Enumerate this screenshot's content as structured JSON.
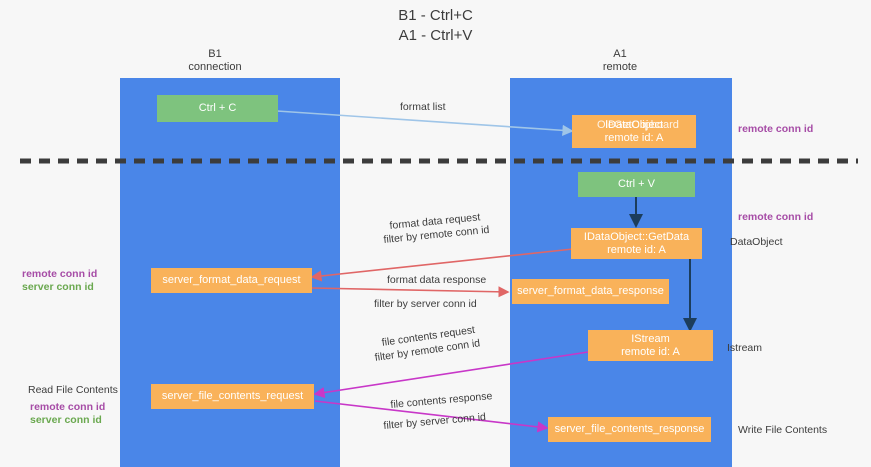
{
  "title": {
    "line1": "B1 - Ctrl+C",
    "line2": "A1 - Ctrl+V"
  },
  "lanes": [
    {
      "name": "B1",
      "sub": "connection",
      "color": "#4a86e8"
    },
    {
      "name": "A1",
      "sub": "remote",
      "color": "#4a86e8"
    }
  ],
  "colors": {
    "lane": "#4a86e8",
    "green_box": "#7ec37e",
    "orange_box": "#f9b25a",
    "remote_conn_id": "#a64ca6",
    "server_conn_id": "#6aa84f",
    "arrow_blue": "#9fc5e8",
    "arrow_red": "#e06666",
    "arrow_magenta": "#c837c8",
    "arrow_dark": "#1c3d5c",
    "divider": "#3c3c3c",
    "text": "#3c3c3c",
    "background": "#f7f7f7"
  },
  "boxes": {
    "ctrl_c": {
      "label": "Ctrl + C"
    },
    "ctrl_v": {
      "label": "Ctrl + V"
    },
    "idataobject": {
      "line1": "IDataObject",
      "line2": "remote id: A",
      "overlap": "OleGetClipboard"
    },
    "getdata": {
      "line1": "IDataObject::GetData",
      "line2": "remote id: A"
    },
    "istream": {
      "line1": "IStream",
      "line2": "remote id: A"
    },
    "server_format_data_request": {
      "label": "server_format_data_request"
    },
    "server_format_data_response": {
      "label": "server_format_data_response"
    },
    "server_file_contents_request": {
      "label": "server_file_contents_request"
    },
    "server_file_contents_response": {
      "label": "server_file_contents_response"
    }
  },
  "arrow_labels": {
    "format_list": "format list",
    "format_data_request": "format data request",
    "format_data_request_filter_prefix": "filter by ",
    "format_data_request_filter_key": "remote conn id",
    "format_data_response": "format data response",
    "format_data_response_filter_prefix": "filter by ",
    "format_data_response_filter_key": "server conn id",
    "file_contents_request": "file contents request",
    "file_contents_request_filter_prefix": "filter by ",
    "file_contents_request_filter_key": "remote conn id",
    "file_contents_response": "file contents response",
    "file_contents_response_filter_prefix": "filter by ",
    "file_contents_response_filter_key": "server conn id"
  },
  "side_labels": {
    "right_remote_conn_id_top": "remote conn id",
    "right_remote_conn_id_mid": "remote conn id",
    "right_dataobject": "DataObject",
    "right_istream": "Istream",
    "right_write_file_contents": "Write File Contents",
    "left_remote_conn_id": "remote conn id",
    "left_server_conn_id": "server conn id",
    "left_read_file_contents": "Read File Contents",
    "left_bottom_remote_conn_id": "remote conn id",
    "left_bottom_server_conn_id": "server conn id"
  }
}
